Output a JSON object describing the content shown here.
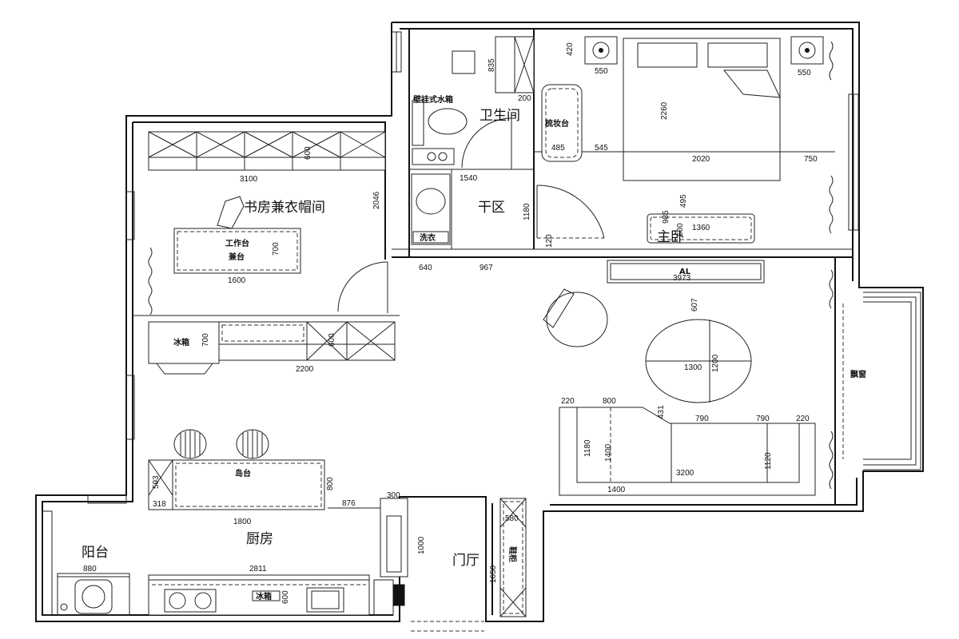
{
  "rooms": {
    "study": "书房兼衣帽间",
    "bathroom": "卫生间",
    "dry_area": "干区",
    "master_bedroom": "主卧",
    "kitchen": "厨房",
    "balcony": "阳台",
    "foyer": "门厅",
    "bay_window": "飘窗"
  },
  "furniture": {
    "desk_line1": "工作台",
    "desk_line2": "兼台",
    "dresser": "梳妆台",
    "toilet": "壁挂式水箱",
    "washer": "洗衣",
    "island": "岛台",
    "tv": "AL",
    "fridge": "冰箱",
    "shoe_cabinet": "鞋柜",
    "fridge_small": "冰箱"
  },
  "dimensions": {
    "study_wardrobe_width": "3100",
    "study_wardrobe_depth": "600",
    "study_height": "2046",
    "desk_width": "1600",
    "desk_depth": "700",
    "lower_cabinet_width": "2200",
    "lower_cabinet_depth": "700",
    "lower_cabinet_depth2": "600",
    "bath_width": "1540",
    "bath_top": "835",
    "bath_top2": "200",
    "dry_height": "1180",
    "dry_bottom": "120",
    "door_gap1": "640",
    "door_gap2": "967",
    "nightstand_size": "420",
    "nightstand_left": "550",
    "nightstand_right": "550",
    "bed_length": "2260",
    "bed_width": "2020",
    "dresser_width": "485",
    "bed_left_gap": "545",
    "bed_right_gap": "750",
    "bed_to_tv": "495",
    "tv_cab_depth": "985",
    "tv_cab_depth2": "600",
    "tv_cab_width": "1360",
    "living_tv_width": "3973",
    "chair_to_table": "607",
    "table_diameter": "1300",
    "table_diameter_v": "1200",
    "sofa_a": "220",
    "sofa_b": "800",
    "sofa_c": "431",
    "sofa_d": "790",
    "sofa_e": "790",
    "sofa_f": "220",
    "sofa_depth": "1180",
    "sofa_depth2": "1400",
    "sofa_width": "3200",
    "sofa_bottom": "1400",
    "sofa_right_depth": "1120",
    "island_small": "593",
    "island_left": "318",
    "island_width": "1800",
    "island_depth": "800",
    "kitchen_gap": "876",
    "fridge_depth": "300",
    "fridge_height": "1000",
    "foyer_cab": "1650",
    "balcony_washer": "880",
    "kitchen_counter": "2811",
    "kitchen_counter_depth": "600",
    "shoe_top": "580"
  }
}
